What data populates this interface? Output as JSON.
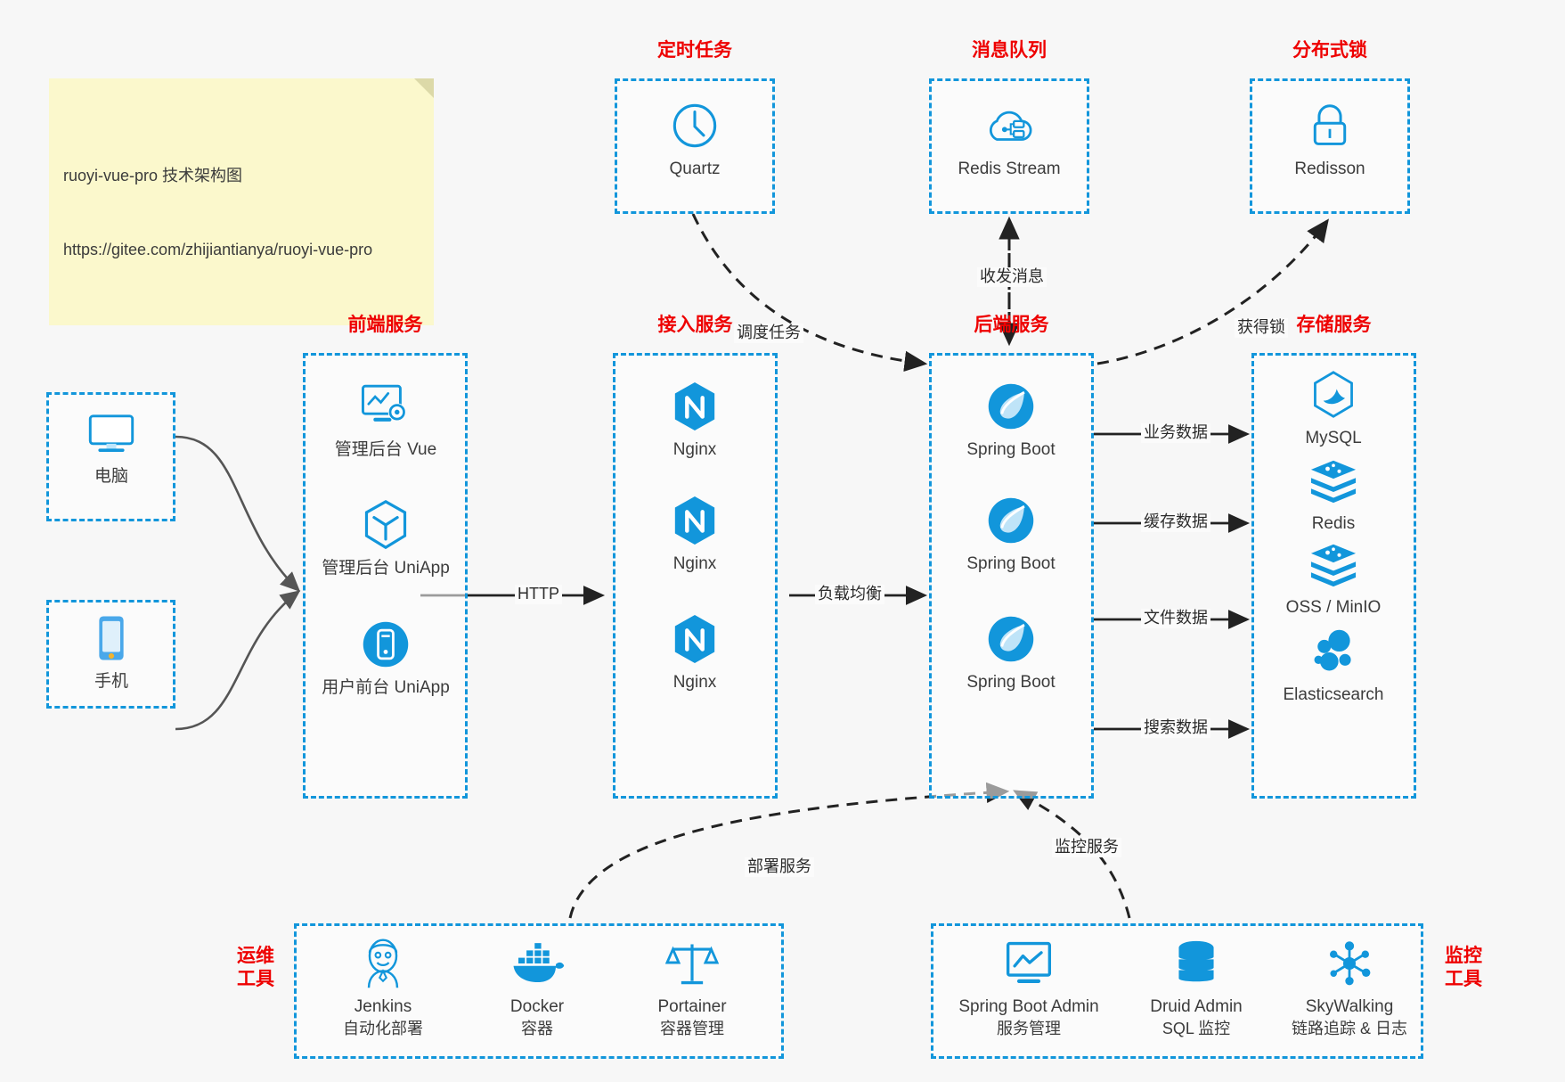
{
  "note": {
    "line1": "ruoyi-vue-pro 技术架构图",
    "line2": "https://gitee.com/zhijiantianya/ruoyi-vue-pro"
  },
  "colors": {
    "accent_blue": "#1296db",
    "group_title_red": "#ee0000",
    "arrow_gray": "#555555",
    "arrow_black": "#222222",
    "note_bg": "#fbf8cc",
    "canvas_bg": "#f7f7f7"
  },
  "groups": {
    "scheduler": {
      "title": "定时任务",
      "nodes": [
        {
          "label": "Quartz",
          "icon": "clock-icon"
        }
      ]
    },
    "mq": {
      "title": "消息队列",
      "nodes": [
        {
          "label": "Redis Stream",
          "icon": "cloud-stream-icon"
        }
      ]
    },
    "lock": {
      "title": "分布式锁",
      "nodes": [
        {
          "label": "Redisson",
          "icon": "lock-icon"
        }
      ]
    },
    "client_pc": {
      "title": "",
      "nodes": [
        {
          "label": "电脑",
          "icon": "desktop-monitor-icon"
        }
      ]
    },
    "client_mobile": {
      "title": "",
      "nodes": [
        {
          "label": "手机",
          "icon": "smartphone-icon"
        }
      ]
    },
    "frontend": {
      "title": "前端服务",
      "nodes": [
        {
          "label": "管理后台 Vue",
          "icon": "dashboard-settings-icon"
        },
        {
          "label": "管理后台 UniApp",
          "icon": "hexagon-cube-icon"
        },
        {
          "label": "用户前台 UniApp",
          "icon": "mobile-app-circle-icon"
        }
      ]
    },
    "gateway": {
      "title": "接入服务",
      "nodes": [
        {
          "label": "Nginx",
          "icon": "nginx-icon"
        },
        {
          "label": "Nginx",
          "icon": "nginx-icon"
        },
        {
          "label": "Nginx",
          "icon": "nginx-icon"
        }
      ]
    },
    "backend": {
      "title": "后端服务",
      "nodes": [
        {
          "label": "Spring Boot",
          "icon": "spring-boot-leaf-icon"
        },
        {
          "label": "Spring Boot",
          "icon": "spring-boot-leaf-icon"
        },
        {
          "label": "Spring Boot",
          "icon": "spring-boot-leaf-icon"
        }
      ]
    },
    "storage": {
      "title": "存储服务",
      "nodes": [
        {
          "label": "MySQL",
          "icon": "mysql-dolphin-icon"
        },
        {
          "label": "Redis",
          "icon": "redis-stack-icon"
        },
        {
          "label": "OSS / MinIO",
          "icon": "object-storage-icon"
        },
        {
          "label": "Elasticsearch",
          "icon": "elasticsearch-icon"
        }
      ]
    },
    "devops": {
      "title": "运维\n工具",
      "title_lines": [
        "运维",
        "工具"
      ],
      "nodes": [
        {
          "label": "Jenkins",
          "sublabel": "自动化部署",
          "icon": "jenkins-butler-icon"
        },
        {
          "label": "Docker",
          "sublabel": "容器",
          "icon": "docker-whale-icon"
        },
        {
          "label": "Portainer",
          "sublabel": "容器管理",
          "icon": "scales-balance-icon"
        }
      ]
    },
    "monitor": {
      "title": "监控\n工具",
      "title_lines": [
        "监控",
        "工具"
      ],
      "nodes": [
        {
          "label": "Spring Boot Admin",
          "sublabel": "服务管理",
          "icon": "monitor-chart-icon"
        },
        {
          "label": "Druid Admin",
          "sublabel": "SQL 监控",
          "icon": "database-cylinder-icon"
        },
        {
          "label": "SkyWalking",
          "sublabel": "链路追踪 & 日志",
          "icon": "network-nodes-icon"
        }
      ]
    }
  },
  "edges": [
    {
      "id": "http",
      "label": "HTTP",
      "style": "solid"
    },
    {
      "id": "lb",
      "label": "负载均衡",
      "style": "solid"
    },
    {
      "id": "biz-data",
      "label": "业务数据",
      "style": "solid"
    },
    {
      "id": "cache-data",
      "label": "缓存数据",
      "style": "solid"
    },
    {
      "id": "file-data",
      "label": "文件数据",
      "style": "solid"
    },
    {
      "id": "search-data",
      "label": "搜索数据",
      "style": "solid"
    },
    {
      "id": "schedule-task",
      "label": "调度任务",
      "style": "dashed"
    },
    {
      "id": "mq-msg",
      "label": "收发消息",
      "style": "dashed"
    },
    {
      "id": "get-lock",
      "label": "获得锁",
      "style": "dashed"
    },
    {
      "id": "deploy-service",
      "label": "部署服务",
      "style": "dashed"
    },
    {
      "id": "monitor-service",
      "label": "监控服务",
      "style": "dashed"
    }
  ]
}
